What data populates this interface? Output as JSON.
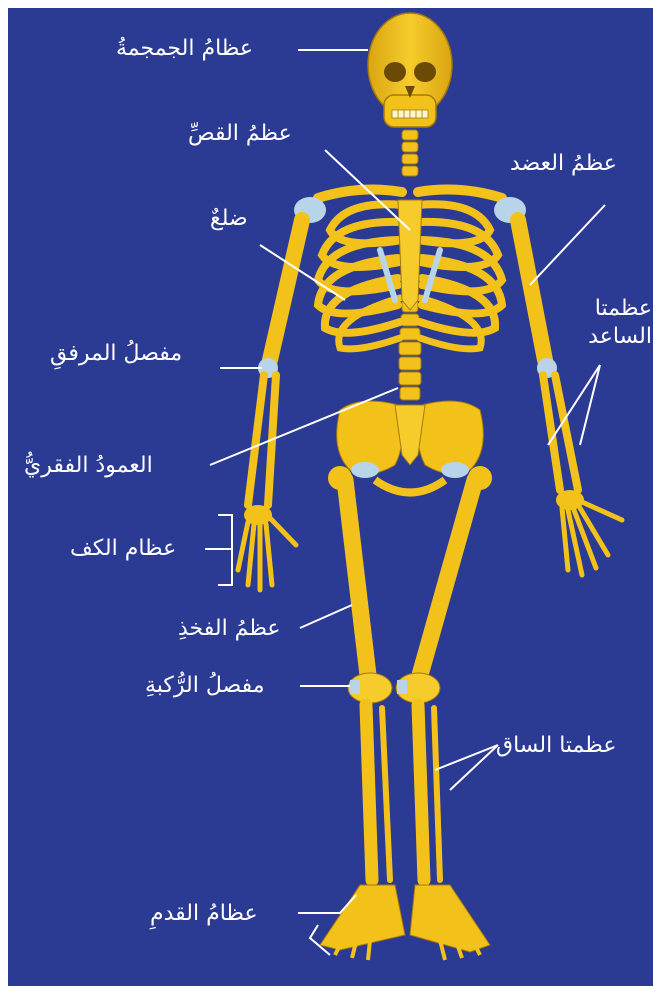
{
  "colors": {
    "background": "#2b3a92",
    "bone": "#f2c21b",
    "bone_shadow": "#b88a0c",
    "cartilage": "#b8d4e8",
    "label": "#ffffff"
  },
  "labels": {
    "skull": "عظامُ الجمجمةُ",
    "sternum": "عظمُ القصِّ",
    "humerus": "عظمُ العضد",
    "rib": "ضلعٌ",
    "forearm": "عظمتا الساعد",
    "elbow": "مفصلُ المرفقِ",
    "spine": "العمودُ الفقريُّ",
    "hand": "عظام الكف",
    "femur": "عظمُ الفخذِ",
    "knee": "مفصلُ الرُّكبةِ",
    "leg": "عظمتا الساق",
    "foot": "عظامُ القدمِ"
  }
}
